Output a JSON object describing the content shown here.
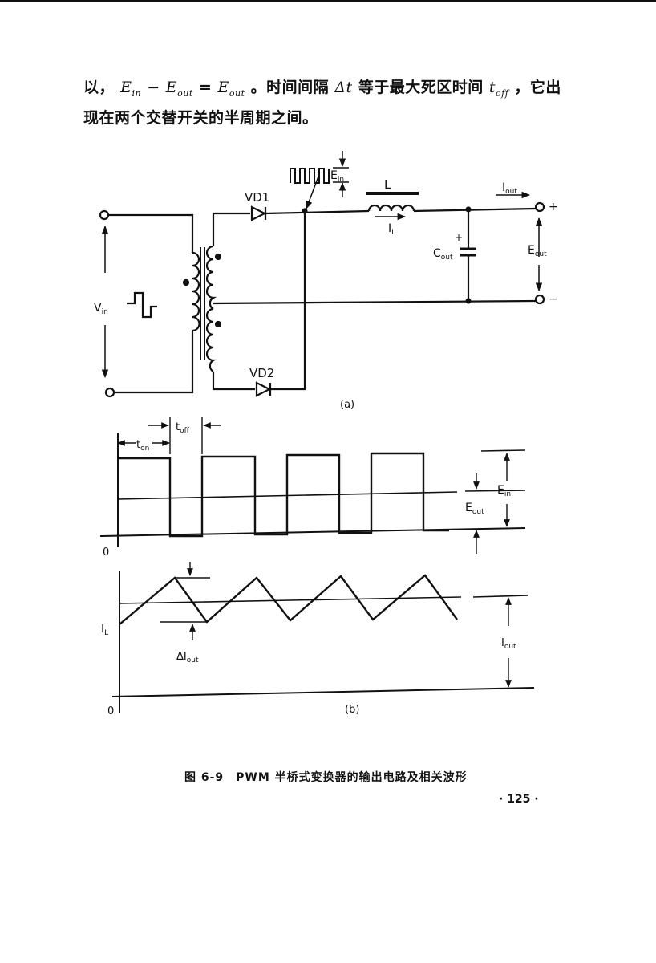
{
  "text": {
    "p1_a": "以，",
    "ein": "E",
    "ein_sub": "in",
    "minus": "−",
    "eout": "E",
    "eout_sub": "out",
    "eq": "=",
    "eout2": "E",
    "eout2_sub": "out",
    "p1_b": "。时间间隔",
    "delta_t": "Δt",
    "p1_c": "等于最大死区时间",
    "toff": "t",
    "toff_sub": "off",
    "p1_d": "，它出",
    "p2": "现在两个交替开关的半周期之间。"
  },
  "circuit": {
    "vd1": "VD1",
    "vd2": "VD2",
    "l": "L",
    "il": "I",
    "il_sub": "L",
    "iout": "I",
    "iout_sub": "out",
    "cout": "C",
    "cout_sub": "out",
    "cplus": "+",
    "eout": "E",
    "eout_sub": "out",
    "plus": "+",
    "minus": "−",
    "vin": "V",
    "vin_sub": "in",
    "ein": "E",
    "ein_sub": "in",
    "panel_a": "(a)"
  },
  "waveform": {
    "ton": "t",
    "ton_sub": "on",
    "toff": "t",
    "toff_sub": "off",
    "ein": "E",
    "ein_sub": "in",
    "eout": "E",
    "eout_sub": "out",
    "zero1": "0",
    "zero2": "0",
    "il": "I",
    "il_sub": "L",
    "delta_iout": "ΔI",
    "delta_iout_sub": "out",
    "iout": "I",
    "iout_sub": "out",
    "panel_b": "(b)"
  },
  "caption": "图 6-9　PWM 半桥式变换器的输出电路及相关波形",
  "page_number": "· 125 ·"
}
